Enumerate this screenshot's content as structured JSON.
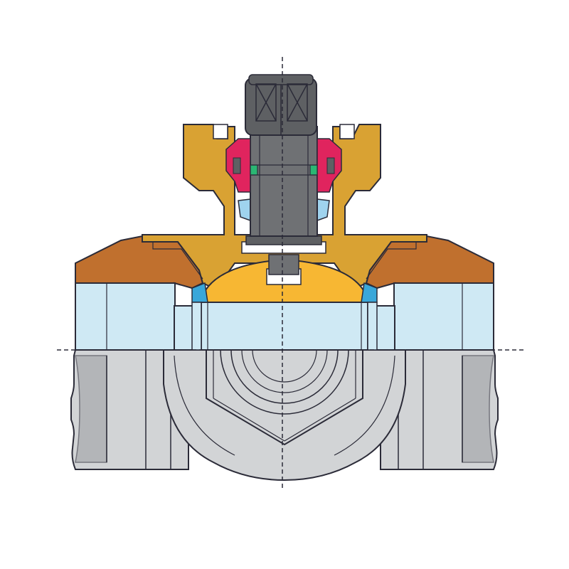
{
  "diagram": {
    "kind": "ball-valve-section",
    "labels": [],
    "colors": {
      "background": "#ffffff",
      "outline": "#2b2b38",
      "body_brass": "#d9a233",
      "end_cap_copper": "#c0702e",
      "ball_yellow": "#f7b733",
      "bore_light_blue": "#cfe9f4",
      "seat_blue": "#3aa7d9",
      "stem_grey": "#6f7174",
      "stem_cap_grey": "#5e6063",
      "packing_magenta": "#e0245e",
      "o_ring_green": "#2bb673",
      "gland_light_blue": "#9fd3ee",
      "exterior_grey": "#d2d4d6",
      "exterior_dark": "#9a9ca0",
      "centerline": "#2b2b38"
    },
    "parts": [
      "valve-body",
      "end-caps",
      "ball",
      "seats",
      "stem",
      "stem-packing",
      "o-ring",
      "gland-nut",
      "flow-bore",
      "lower-exterior-view",
      "centerlines"
    ]
  }
}
